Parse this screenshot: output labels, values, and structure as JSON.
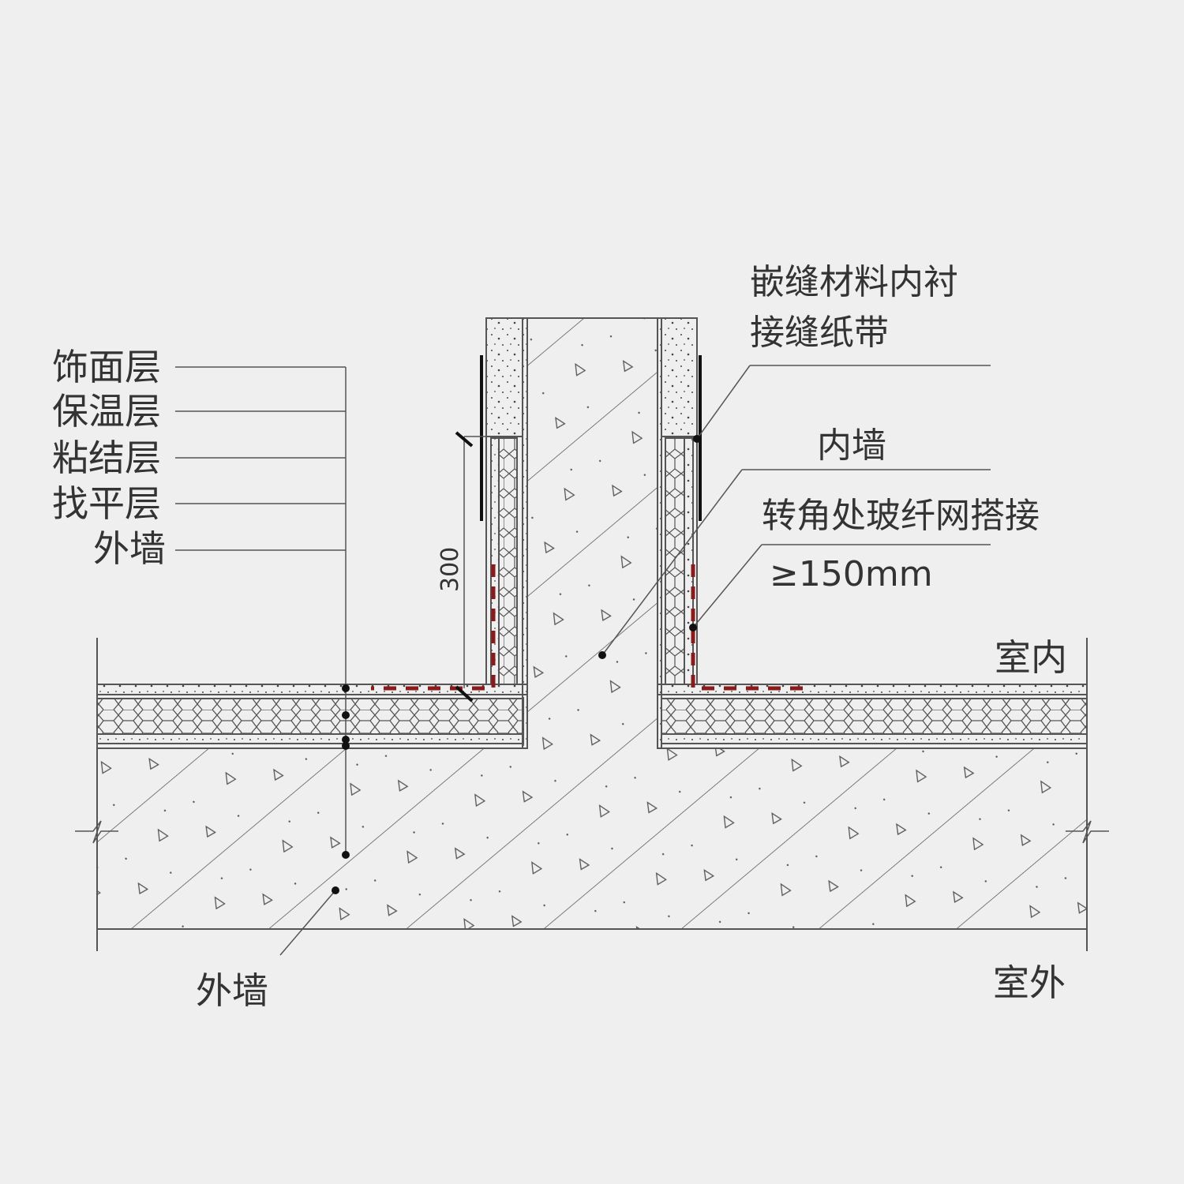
{
  "left_labels": [
    "饰面层",
    "保温层",
    "粘结层",
    "找平层",
    "外墙"
  ],
  "bottom_label": "外墙",
  "top_right": {
    "line1": "嵌缝材料内衬",
    "line2": "接缝纸带",
    "inner_wall": "内墙",
    "mesh_note": "转角处玻纤网搭接",
    "mesh_length": "≥150mm"
  },
  "dimension": "300",
  "indoor": "室内",
  "outdoor": "室外",
  "colors": {
    "background": "#efefef",
    "line": "#555555",
    "mesh": "#8b1a1a"
  }
}
